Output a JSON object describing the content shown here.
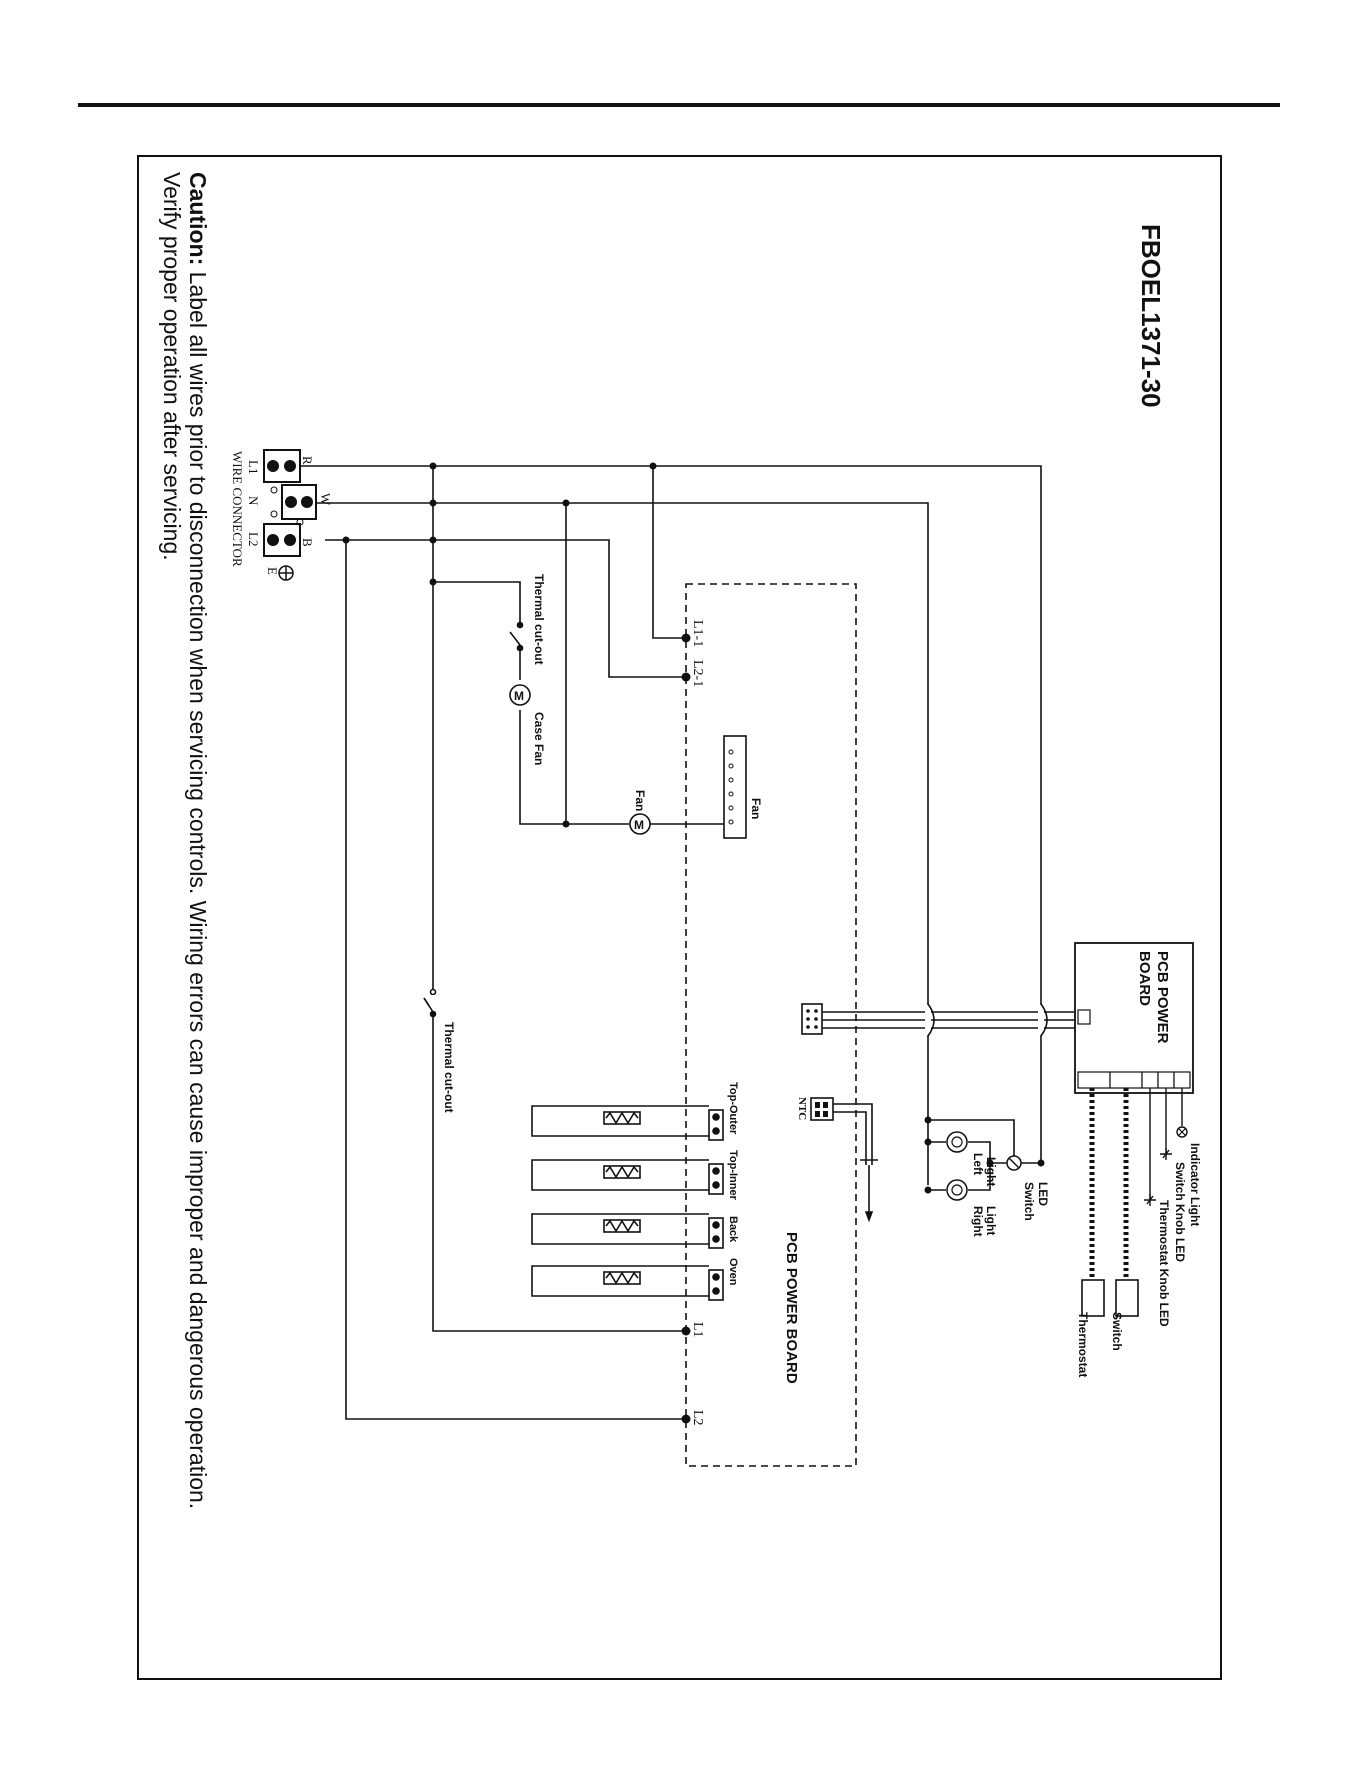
{
  "diagram": {
    "model": "FBOEL1371-30",
    "caution_label": "Caution:",
    "caution_text": " Label all wires prior to disconnection when servicing controls. Wiring errors can cause improper and dangerous operation.",
    "caution_line2": "Verify proper operation after servicing.",
    "wire_connector": {
      "title": "WIRE CONNECTOR",
      "terminals": [
        "L1",
        "N",
        "L2"
      ],
      "wire_codes": [
        "R",
        "W",
        "B"
      ],
      "earth": "E"
    },
    "pcb_board_top": [
      "PCB POWER",
      "BOARD"
    ],
    "pcb_board_main": "PCB POWER BOARD",
    "board_terminals": [
      "L1-1",
      "L2-1",
      "L1",
      "L2"
    ],
    "thermal_cutout": "Thermal cut-out",
    "case_fan": "Case Fan",
    "fan_connector": "Fan",
    "fan_motor": "Fan",
    "ntc": "NTC",
    "elements": [
      "Top-Outer",
      "Top-Inner",
      "Back",
      "Oven"
    ],
    "led_switch": [
      "LED",
      "Switch"
    ],
    "light_left": [
      "Light",
      "Left"
    ],
    "light_right": [
      "Light",
      "Right"
    ],
    "indicator_light": "Indicator Light",
    "switch_knob_led": "Switch Knob LED",
    "thermostat_knob_led": "Thermostat Knob LED",
    "switch": "Switch",
    "thermostat": "Thermostat"
  }
}
